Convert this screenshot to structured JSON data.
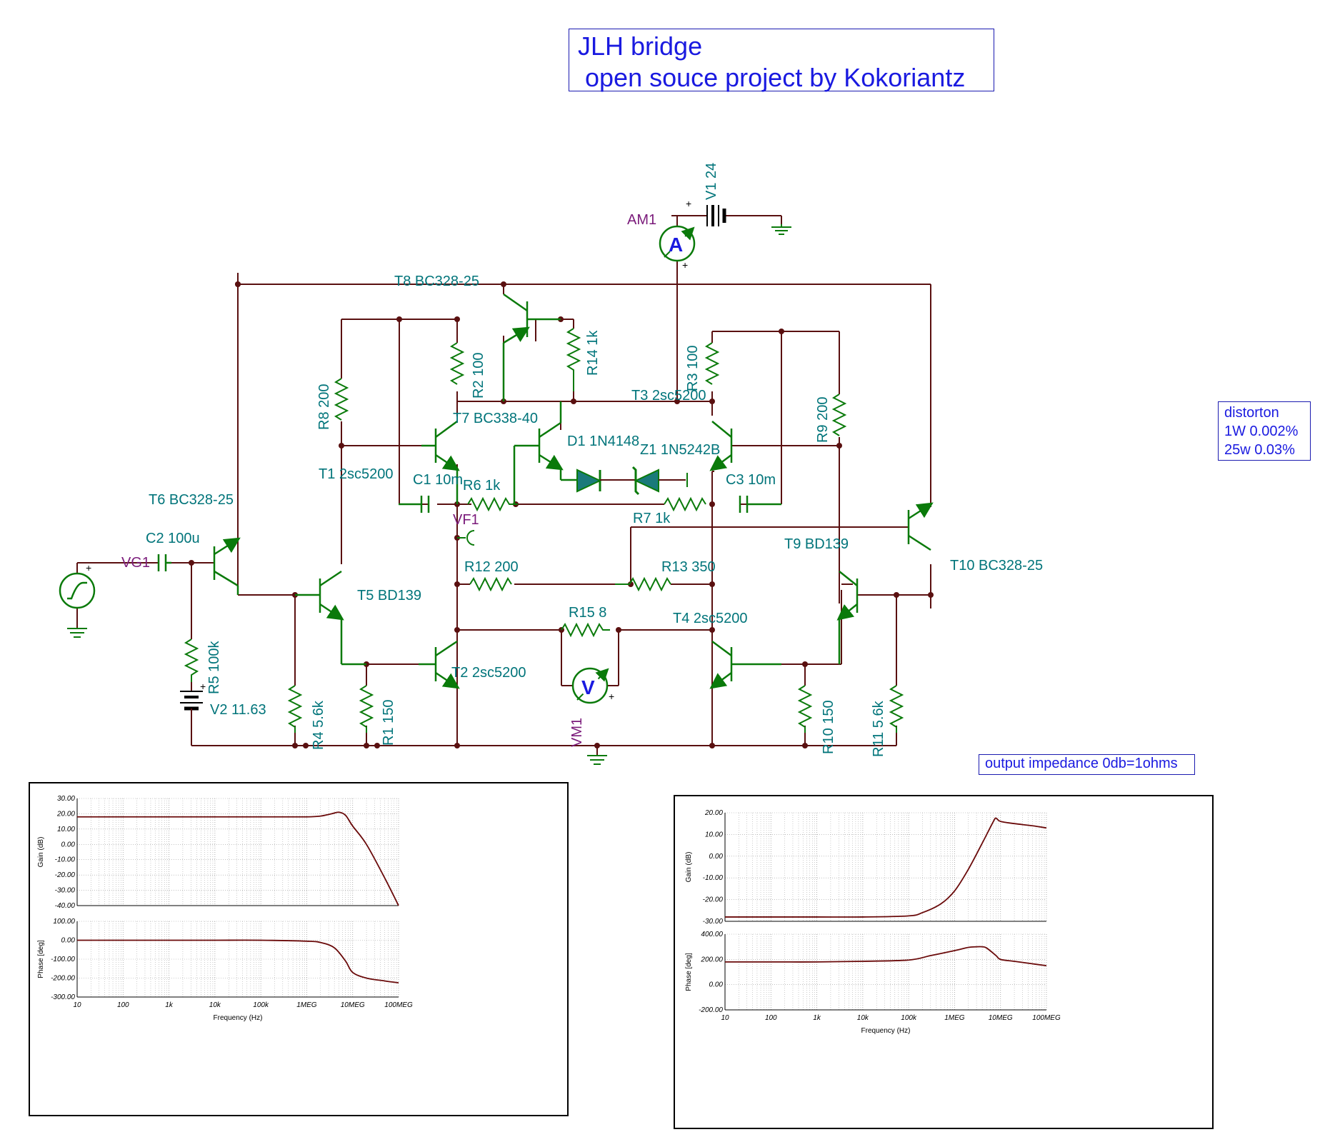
{
  "title": {
    "line1": "JLH bridge",
    "line2": " open souce project by Kokoriantz"
  },
  "distortion_box": {
    "line1": "distorton",
    "line2": "1W 0.002%",
    "line3": "25w 0.03%"
  },
  "output_box": {
    "label": "output impedance 0db=1ohms"
  },
  "components": {
    "t8": "T8 BC328-25",
    "am1": "AM1",
    "v1": "V1 24",
    "r14": "R14 1k",
    "r2": "R2 100",
    "r3": "R3 100",
    "t3": "T3 2sc5200",
    "r8": "R8 200",
    "r9": "R9 200",
    "t7": "T7 BC338-40",
    "d1": "D1 1N4148",
    "z1": "Z1 1N5242B",
    "t1": "T1 2sc5200",
    "c1": "C1 10m",
    "r6": "R6 1k",
    "c3": "C3 10m",
    "r7": "R7 1k",
    "vf1": "VF1",
    "t6": "T6 BC328-25",
    "c2": "C2 100u",
    "vg1": "VG1",
    "r12": "R12 200",
    "r13": "R13 350",
    "t9": "T9 BD139",
    "t10": "T10 BC328-25",
    "t5": "T5 BD139",
    "r15": "R15 8",
    "t4": "T4 2sc5200",
    "t2": "T2 2sc5200",
    "r5": "R5 100k",
    "v2": "V2 11.63",
    "r4": "R4 5.6k",
    "r1": "R1 150",
    "vm1": "VM1",
    "r10": "R10 150",
    "r11": "R11 5.6k",
    "a_sym": "A",
    "v_sym": "V",
    "plus": "+"
  },
  "plot_left": {
    "gain_ylabel": "Gain (dB)",
    "gain_ticks": [
      "30.00",
      "20.00",
      "10.00",
      "0.00",
      "-10.00",
      "-20.00",
      "-30.00",
      "-40.00"
    ],
    "phase_ylabel": "Phase [deg]",
    "phase_ticks": [
      "100.00",
      "0.00",
      "-100.00",
      "-200.00",
      "-300.00"
    ],
    "x_ticks": [
      "10",
      "100",
      "1k",
      "10k",
      "100k",
      "1MEG",
      "10MEG",
      "100MEG"
    ],
    "xlabel": "Frequency (Hz)"
  },
  "plot_right": {
    "gain_ylabel": "Gain (dB)",
    "gain_ticks": [
      "20.00",
      "10.00",
      "0.00",
      "-10.00",
      "-20.00",
      "-30.00"
    ],
    "phase_ylabel": "Phase [deg]",
    "phase_ticks": [
      "400.00",
      "200.00",
      "0.00",
      "-200.00"
    ],
    "x_ticks": [
      "10",
      "100",
      "1k",
      "10k",
      "100k",
      "1MEG",
      "10MEG",
      "100MEG"
    ],
    "xlabel": "Frequency (Hz)"
  },
  "chart_data": [
    {
      "type": "line",
      "panel": "left-gain",
      "log_x": true,
      "x": [
        10,
        100,
        1000,
        10000,
        100000,
        1000000,
        2000000,
        3500000,
        5000000,
        7000000,
        10000000,
        20000000,
        50000000,
        100000000
      ],
      "series": [
        {
          "values": [
            18,
            18,
            18,
            18,
            18,
            18,
            18.5,
            20,
            21,
            19,
            12,
            0,
            -22,
            -40
          ]
        }
      ],
      "ylim": [
        -40,
        30
      ],
      "xlim": [
        10,
        100000000
      ],
      "grid": true
    },
    {
      "type": "line",
      "panel": "left-phase",
      "log_x": true,
      "x": [
        10,
        100,
        1000,
        10000,
        100000,
        1000000,
        2000000,
        4000000,
        7000000,
        10000000,
        20000000,
        50000000,
        100000000
      ],
      "series": [
        {
          "values": [
            0,
            0,
            0,
            0,
            0,
            -5,
            -12,
            -40,
            -110,
            -170,
            -200,
            -215,
            -225
          ]
        }
      ],
      "ylim": [
        -300,
        100
      ],
      "xlim": [
        10,
        100000000
      ],
      "grid": true
    },
    {
      "type": "line",
      "panel": "right-gain",
      "log_x": true,
      "x": [
        10,
        100,
        1000,
        10000,
        100000,
        200000,
        500000,
        1000000,
        2000000,
        4000000,
        7000000,
        8000000,
        10000000,
        20000000,
        50000000,
        100000000
      ],
      "series": [
        {
          "values": [
            -28,
            -28,
            -28,
            -28,
            -27.5,
            -26,
            -22,
            -16,
            -6,
            6,
            16,
            17.5,
            16,
            15,
            14,
            13
          ]
        }
      ],
      "ylim": [
        -30,
        20
      ],
      "xlim": [
        10,
        100000000
      ],
      "grid": true
    },
    {
      "type": "line",
      "panel": "right-phase",
      "log_x": true,
      "x": [
        10,
        100,
        1000,
        10000,
        100000,
        300000,
        1000000,
        2000000,
        3000000,
        4000000,
        5000000,
        8000000,
        10000000,
        20000000,
        50000000,
        100000000
      ],
      "series": [
        {
          "values": [
            180,
            180,
            180,
            185,
            195,
            230,
            270,
            295,
            300,
            300,
            290,
            230,
            200,
            185,
            165,
            150
          ]
        }
      ],
      "ylim": [
        -200,
        400
      ],
      "xlim": [
        10,
        100000000
      ],
      "grid": true
    }
  ],
  "colors": {
    "wire": "#5a1010",
    "component": "#0a7a0a",
    "label": "#00747a",
    "instrument": "#7a1a7a",
    "box": "#1a1ae0",
    "curve": "#6a0a0a"
  }
}
